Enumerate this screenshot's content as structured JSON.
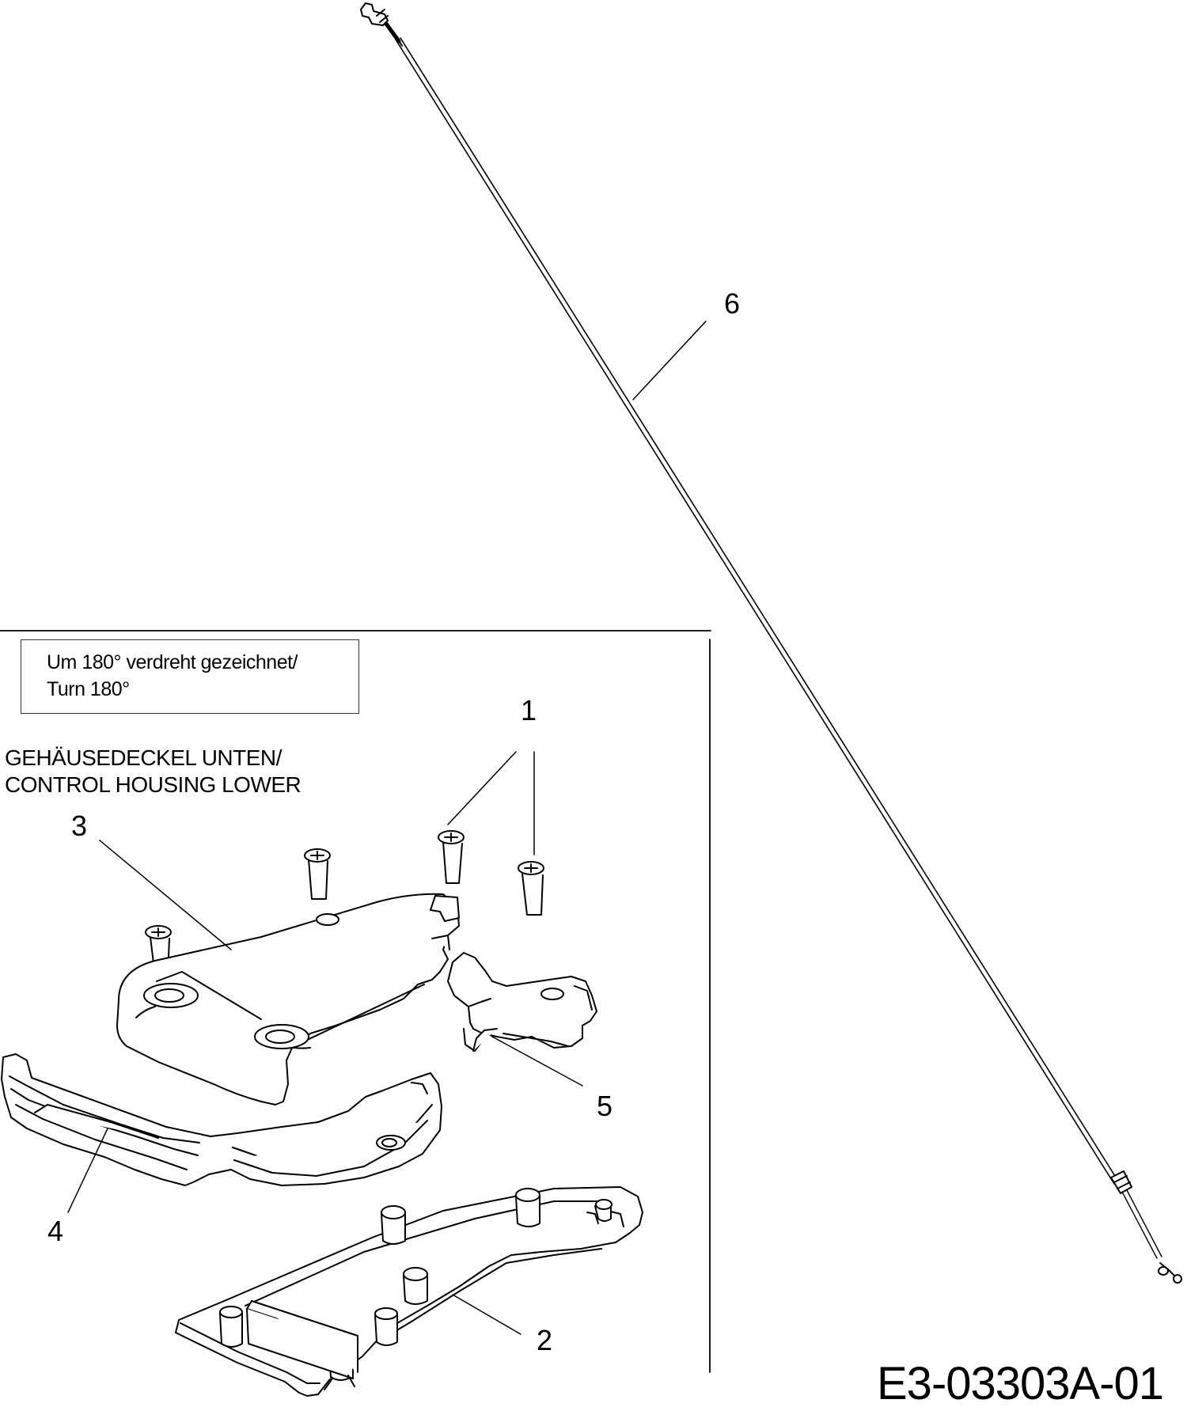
{
  "diagram": {
    "callouts": {
      "c1": "1",
      "c2": "2",
      "c3": "3",
      "c4": "4",
      "c5": "5",
      "c6": "6"
    },
    "note_box": {
      "line1": "Um 180° verdreht gezeichnet/",
      "line2": "Turn 180°"
    },
    "heading": {
      "line1": "GEHÄUSEDECKEL UNTEN/",
      "line2": "CONTROL HOUSING LOWER"
    },
    "drawing_code": "E3-03303A-01",
    "colors": {
      "ink": "#000000",
      "background": "#ffffff"
    }
  }
}
